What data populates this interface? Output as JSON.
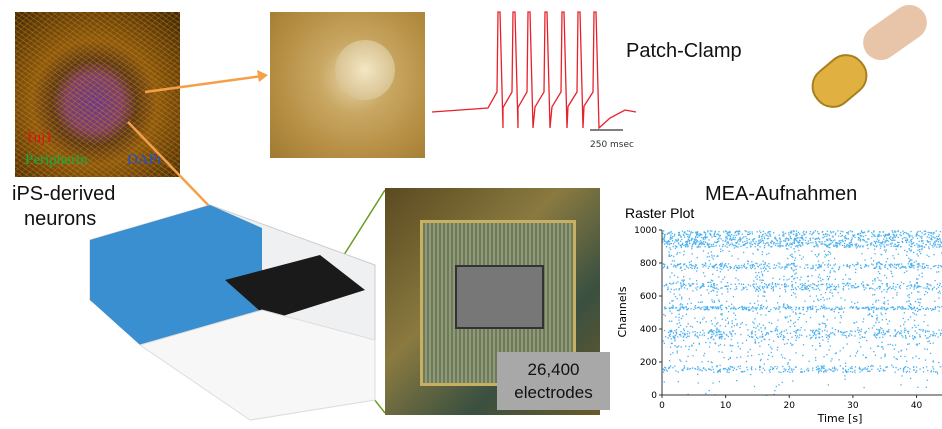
{
  "fluorescence": {
    "label_tuj1": "Tuj1",
    "label_peripherin": "Peripherin",
    "label_dapi": "DAPI",
    "colors": {
      "tuj1": "#e01010",
      "peripherin": "#10b040",
      "dapi": "#2050d0"
    }
  },
  "ips_label": {
    "line1": "iPS-derived",
    "line2": "neurons"
  },
  "patch": {
    "title": "Patch-Clamp",
    "scale_bar": "250 msec",
    "trace_color": "#e8202a"
  },
  "mea": {
    "title": "MEA-Aufnahmen",
    "electrode_count": "26,400",
    "electrode_label": "electrodes"
  },
  "arrow_color": "#f4a04a",
  "zoom_line_color": "#6a9a20",
  "chart_data": {
    "type": "scatter",
    "title": "Raster Plot",
    "xlabel": "Time [s]",
    "ylabel": "Channels",
    "xlim": [
      0,
      44
    ],
    "ylim": [
      0,
      1000
    ],
    "xticks": [
      0,
      10,
      20,
      30,
      40
    ],
    "yticks": [
      0,
      200,
      400,
      600,
      800,
      1000
    ],
    "grid": false,
    "color": "#4ab0ee",
    "dense_channel_bands": [
      [
        900,
        1000
      ],
      [
        640,
        680
      ],
      [
        520,
        540
      ],
      [
        350,
        400
      ],
      [
        770,
        800
      ],
      [
        140,
        180
      ]
    ],
    "burst_times": [
      1,
      7,
      14,
      19,
      24,
      33,
      38
    ]
  }
}
